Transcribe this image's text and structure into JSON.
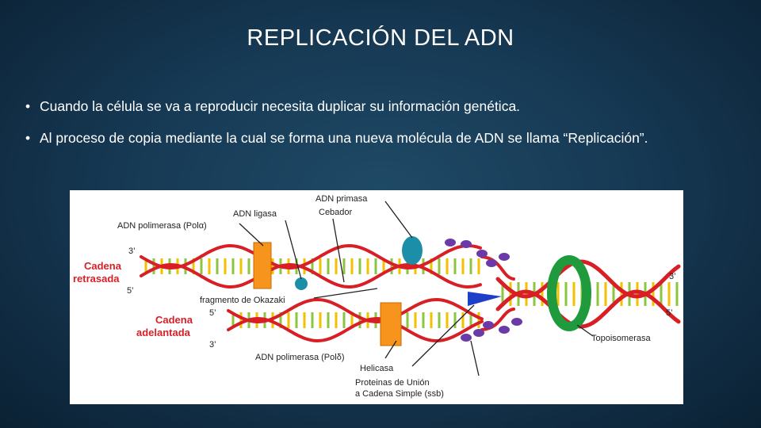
{
  "slide": {
    "title": "REPLICACIÓN DEL ADN",
    "bullets": [
      "Cuando la célula se va a reproducir necesita duplicar su información genética.",
      "Al proceso de copia mediante la cual se forma una nueva molécula de ADN se llama “Replicación”."
    ]
  },
  "figure": {
    "labels": {
      "adn_primasa": "ADN primasa",
      "cebador": "Cebador",
      "adn_ligasa": "ADN ligasa",
      "polimerasa_top": "ADN polimerasa (Polα)",
      "cadena": "Cadena",
      "retrasada": "retrasada",
      "fragmento": "fragmento de Okazaki",
      "adelantada": "adelantada",
      "polimerasa_bottom": "ADN polimerasa (Polδ)",
      "helicasa": "Helicasa",
      "proteinas_1": "Proteinas de Unión",
      "proteinas_2": "a Cadena Simple (ssb)",
      "topoisomerasa": "Topoisomerasa",
      "end_3a": "3’",
      "end_5a": "5’",
      "end_5b": "5’",
      "end_3b": "3’",
      "end_3c": "3’",
      "end_5c": "5’"
    },
    "colors": {
      "strand": "#d81f26",
      "rung_green": "#8cc63f",
      "rung_yellow": "#f2c200",
      "ligase": "#f7941d",
      "primase": "#1c8ea8",
      "helicase": "#1e40c8",
      "ssb": "#6a3aa8",
      "topoisomerase": "#1f9a3c"
    }
  }
}
